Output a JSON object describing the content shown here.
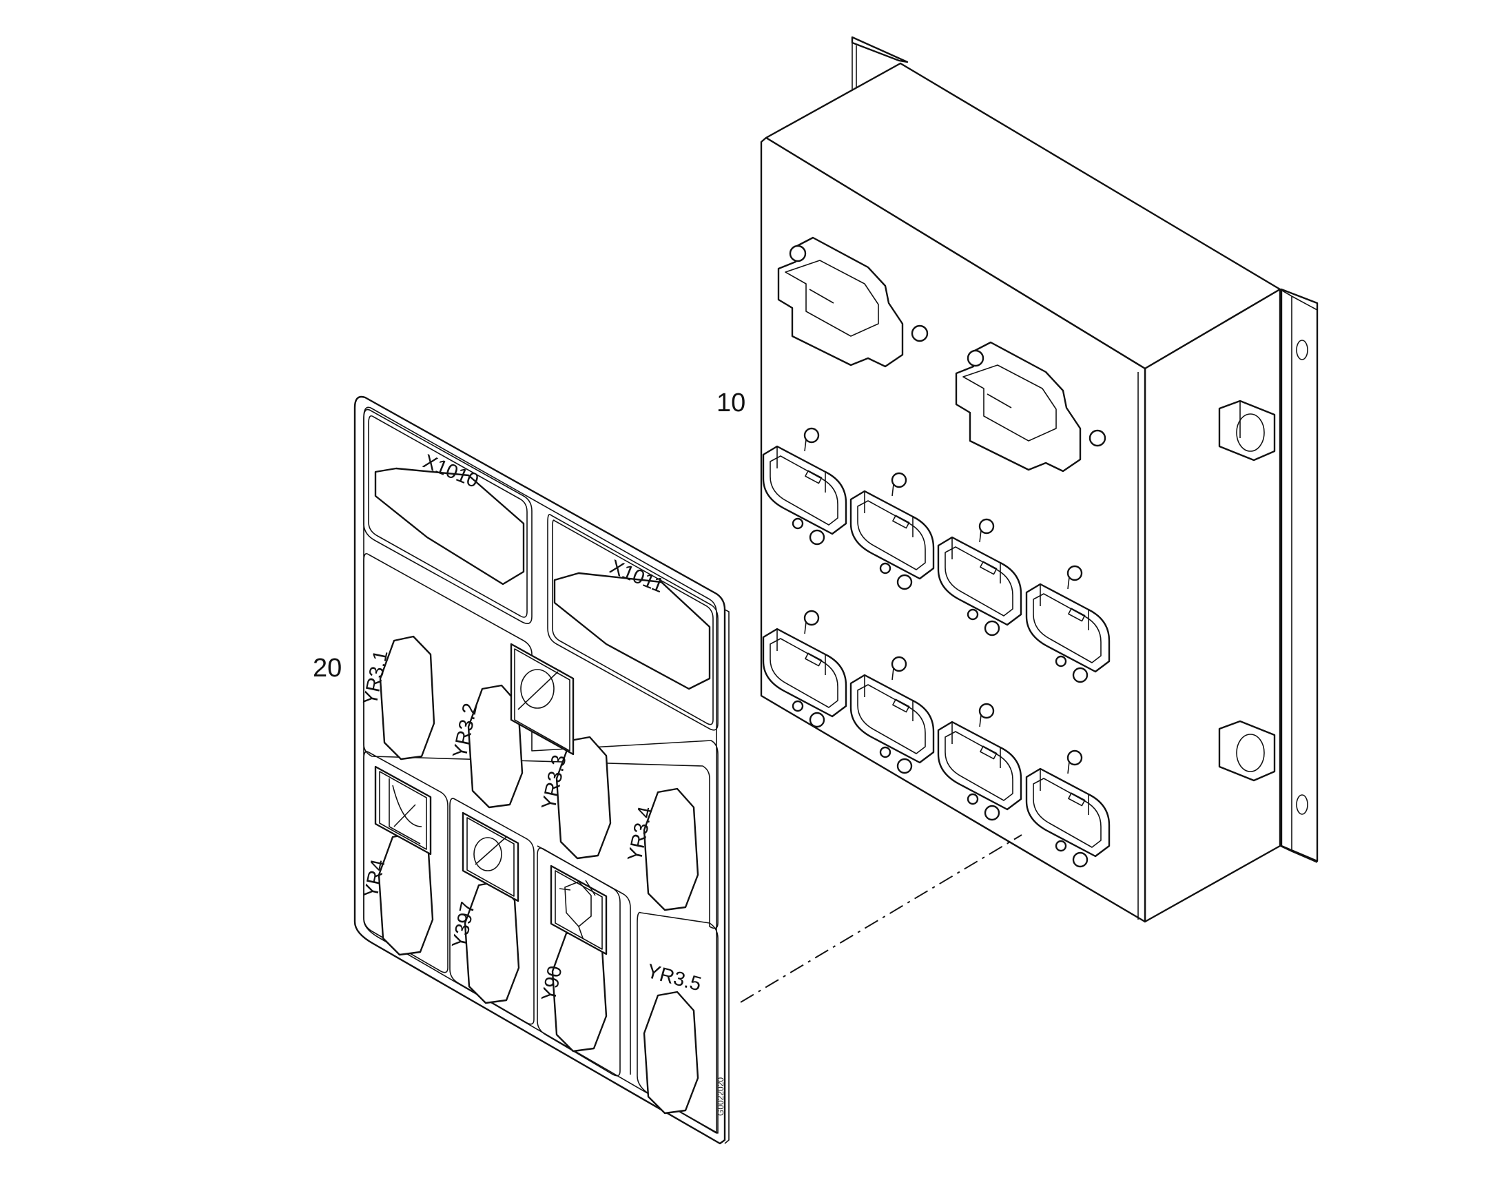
{
  "callouts": {
    "housing": "10",
    "label_plate": "20"
  },
  "plate_labels": {
    "x1010": "X1010",
    "x1011": "X1011",
    "yr3_1": "YR3.1",
    "yr3_2": "YR3.2",
    "yr3_3": "YR3.3",
    "yr3_4": "YR3.4",
    "yr3_5": "YR3.5",
    "yr4": "YR4",
    "y397": "Y397",
    "y90": "Y90"
  },
  "drawing_code": "G0022020",
  "colors": {
    "line": "#111111",
    "background": "#ffffff"
  }
}
